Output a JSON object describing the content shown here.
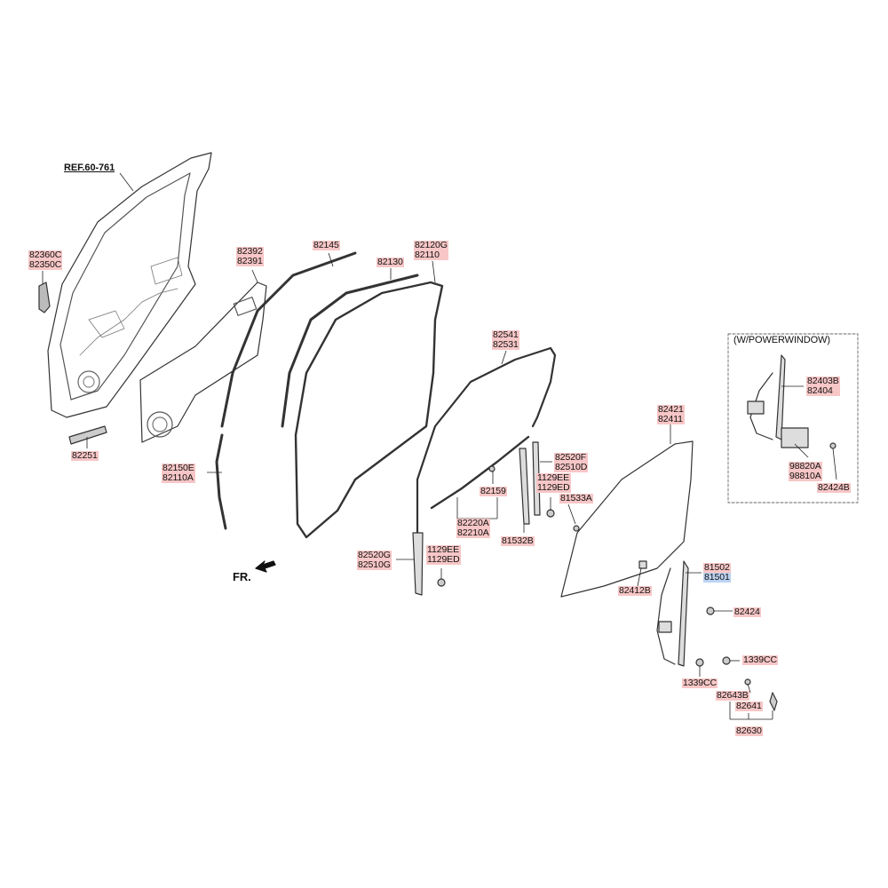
{
  "reference": "REF.60-761",
  "direction": "FR.",
  "option_box_title": "(W/POWERWINDOW)",
  "callouts": [
    {
      "id": "c1",
      "lines": [
        "82360C",
        "82350C"
      ]
    },
    {
      "id": "c2",
      "lines": [
        "82251"
      ]
    },
    {
      "id": "c3",
      "lines": [
        "82392",
        "82391"
      ]
    },
    {
      "id": "c4",
      "lines": [
        "82145"
      ]
    },
    {
      "id": "c5",
      "lines": [
        "82130"
      ]
    },
    {
      "id": "c6",
      "lines": [
        "82120G",
        "82110"
      ]
    },
    {
      "id": "c7",
      "lines": [
        "82150E",
        "82110A"
      ]
    },
    {
      "id": "c8",
      "lines": [
        "82541",
        "82531"
      ]
    },
    {
      "id": "c9",
      "lines": [
        "82520F",
        "82510D"
      ]
    },
    {
      "id": "c10",
      "lines": [
        "1129EE",
        "1129ED"
      ]
    },
    {
      "id": "c11",
      "lines": [
        "81533A"
      ]
    },
    {
      "id": "c12",
      "lines": [
        "82159"
      ]
    },
    {
      "id": "c13",
      "lines": [
        "82220A",
        "82210A"
      ]
    },
    {
      "id": "c14",
      "lines": [
        "81532B"
      ]
    },
    {
      "id": "c15",
      "lines": [
        "82520G",
        "82510G"
      ]
    },
    {
      "id": "c16",
      "lines": [
        "1129EE",
        "1129ED"
      ]
    },
    {
      "id": "c17",
      "lines": [
        "82421",
        "82411"
      ]
    },
    {
      "id": "c18",
      "lines": [
        "82403B",
        "82404"
      ]
    },
    {
      "id": "c19",
      "lines": [
        "98820A",
        "98810A"
      ]
    },
    {
      "id": "c20",
      "lines": [
        "82424B"
      ]
    },
    {
      "id": "c21",
      "lines": [
        "81502",
        "81501"
      ]
    },
    {
      "id": "c22",
      "lines": [
        "82412B"
      ]
    },
    {
      "id": "c23",
      "lines": [
        "82424"
      ]
    },
    {
      "id": "c24",
      "lines": [
        "1339CC"
      ]
    },
    {
      "id": "c25",
      "lines": [
        "1339CC"
      ]
    },
    {
      "id": "c26",
      "lines": [
        "82643B"
      ]
    },
    {
      "id": "c27",
      "lines": [
        "82641"
      ]
    },
    {
      "id": "c28",
      "lines": [
        "82630"
      ]
    }
  ]
}
